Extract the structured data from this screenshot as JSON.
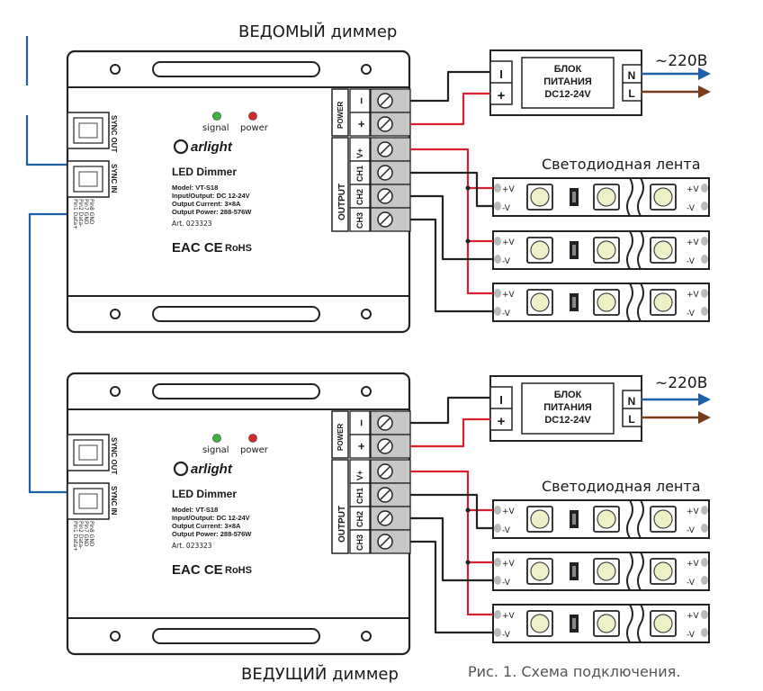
{
  "title_top": "ВЕДОМЫЙ диммер",
  "title_bottom": "ВЕДУЩИЙ диммер",
  "caption": "Рис. 1. Схема подключения.",
  "mains_label": "~220В",
  "strip_label": "Светодиодная лента",
  "psu": {
    "line1": "БЛОК",
    "line2": "ПИТАНИЯ",
    "line3": "DC12-24V",
    "minus": "I",
    "plus": "+",
    "n": "N",
    "l": "L"
  },
  "dimmer": {
    "signal": "signal",
    "power": "power",
    "brand": "arlight",
    "name": "LED Dimmer",
    "model": "Model: VT-S18",
    "io": "Input/Output: DC 12-24V",
    "current": "Output Current: 3×8A",
    "opower": "Output Power: 288-576W",
    "art": "Art. 023323",
    "certs": "EAC CE",
    "rohs": "RoHS",
    "sync_out": "SYNC OUT",
    "sync_in": "SYNC IN",
    "pins": [
      "Pin1 Data+",
      "Pin2 Data-",
      "Pin7 GND",
      "Pin8 GND"
    ],
    "power_block": "POWER",
    "output_block": "OUTPUT",
    "terminals": [
      "−",
      "+",
      "V+",
      "CH1",
      "CH2",
      "CH3"
    ]
  },
  "strip": {
    "plus": "+V",
    "minus": "-V"
  },
  "colors": {
    "red": "#d6202f",
    "blue": "#1f5fa8",
    "brown": "#7a3b1c",
    "black": "#222222",
    "led_green": "#3cb43c",
    "led_red": "#d62828"
  }
}
